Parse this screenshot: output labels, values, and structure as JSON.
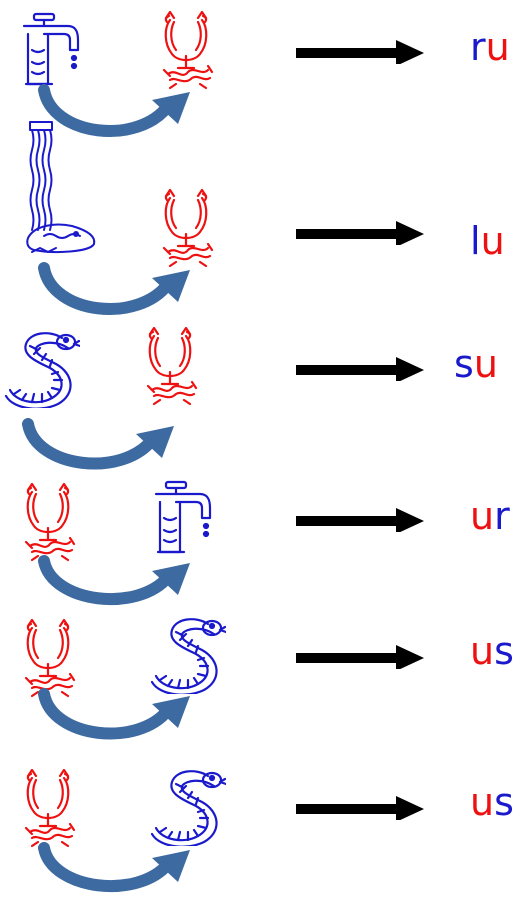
{
  "colors": {
    "blue": "#1a1acc",
    "red": "#ee1111",
    "arc": "#3d6aa0",
    "arrow": "#000000"
  },
  "rows": [
    {
      "left_pic": "faucet-r-icon",
      "right_pic": "horns-u-icon",
      "syllable": [
        {
          "text": "r",
          "color": "#1a1acc"
        },
        {
          "text": "u",
          "color": "#ee1111"
        }
      ]
    },
    {
      "left_pic": "waterfall-l-icon",
      "right_pic": "horns-u-icon",
      "syllable": [
        {
          "text": "l",
          "color": "#1a1acc"
        },
        {
          "text": "u",
          "color": "#ee1111"
        }
      ]
    },
    {
      "left_pic": "snake-s-icon",
      "right_pic": "horns-u-icon",
      "syllable": [
        {
          "text": "s",
          "color": "#1a1acc"
        },
        {
          "text": "u",
          "color": "#ee1111"
        }
      ]
    },
    {
      "left_pic": "horns-u-icon",
      "right_pic": "faucet-r-icon",
      "syllable": [
        {
          "text": "u",
          "color": "#ee1111"
        },
        {
          "text": "r",
          "color": "#1a1acc"
        }
      ]
    },
    {
      "left_pic": "horns-u-icon",
      "right_pic": "snake-s-icon",
      "syllable": [
        {
          "text": "u",
          "color": "#ee1111"
        },
        {
          "text": "s",
          "color": "#1a1acc"
        }
      ]
    },
    {
      "left_pic": "horns-u-icon",
      "right_pic": "snake-s-icon",
      "syllable": [
        {
          "text": "u",
          "color": "#ee1111"
        },
        {
          "text": "s",
          "color": "#1a1acc"
        }
      ]
    }
  ]
}
